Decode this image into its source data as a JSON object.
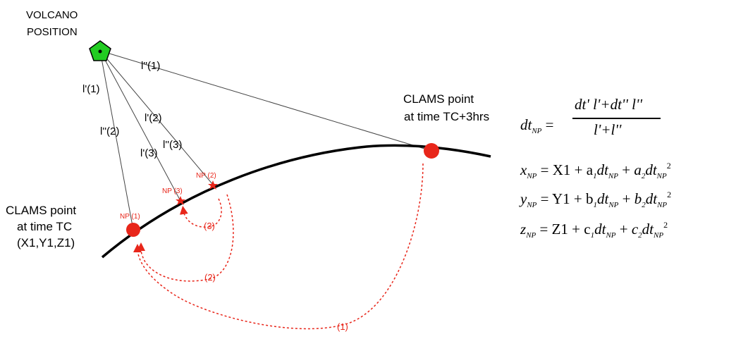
{
  "volcano": {
    "title_line1": "VOLCANO",
    "title_line2": "POSITION"
  },
  "lines": {
    "l_dd_1": "l''(1)",
    "l_d_1": "l'(1)",
    "l_dd_2": "l''(2)",
    "l_d_2": "l'(2)",
    "l_d_3": "l'(3)",
    "l_dd_3": "l''(3)"
  },
  "points": {
    "np1": "NP (1)",
    "np2": "NP (2)",
    "np3": "NP (3)",
    "start_line1": "CLAMS point",
    "start_line2": "at time TC",
    "start_line3": "(X1,Y1,Z1)",
    "end_line1": "CLAMS point",
    "end_line2": "at time TC+3hrs"
  },
  "arrows": {
    "a1": "(1)",
    "a2": "(2)",
    "a3": "(3)"
  },
  "equations": {
    "dt_lhs": "dt",
    "dt_sub": "NP",
    "dt_num": "dt' l'+dt'' l''",
    "dt_den": "l'+l''",
    "x_lhs": "x",
    "y_lhs": "y",
    "z_lhs": "z",
    "x_rhs": "= X1 + a",
    "y_rhs": "= Y1 + b",
    "z_rhs": "= Z1 + c",
    "sub_np": "NP",
    "sub1": "1",
    "sub2": "2",
    "sq": "2",
    "plus": " + ",
    "dt": "dt"
  },
  "colors": {
    "red": "#e8261a",
    "volcano_fill": "#22cc22",
    "line": "#444444"
  }
}
